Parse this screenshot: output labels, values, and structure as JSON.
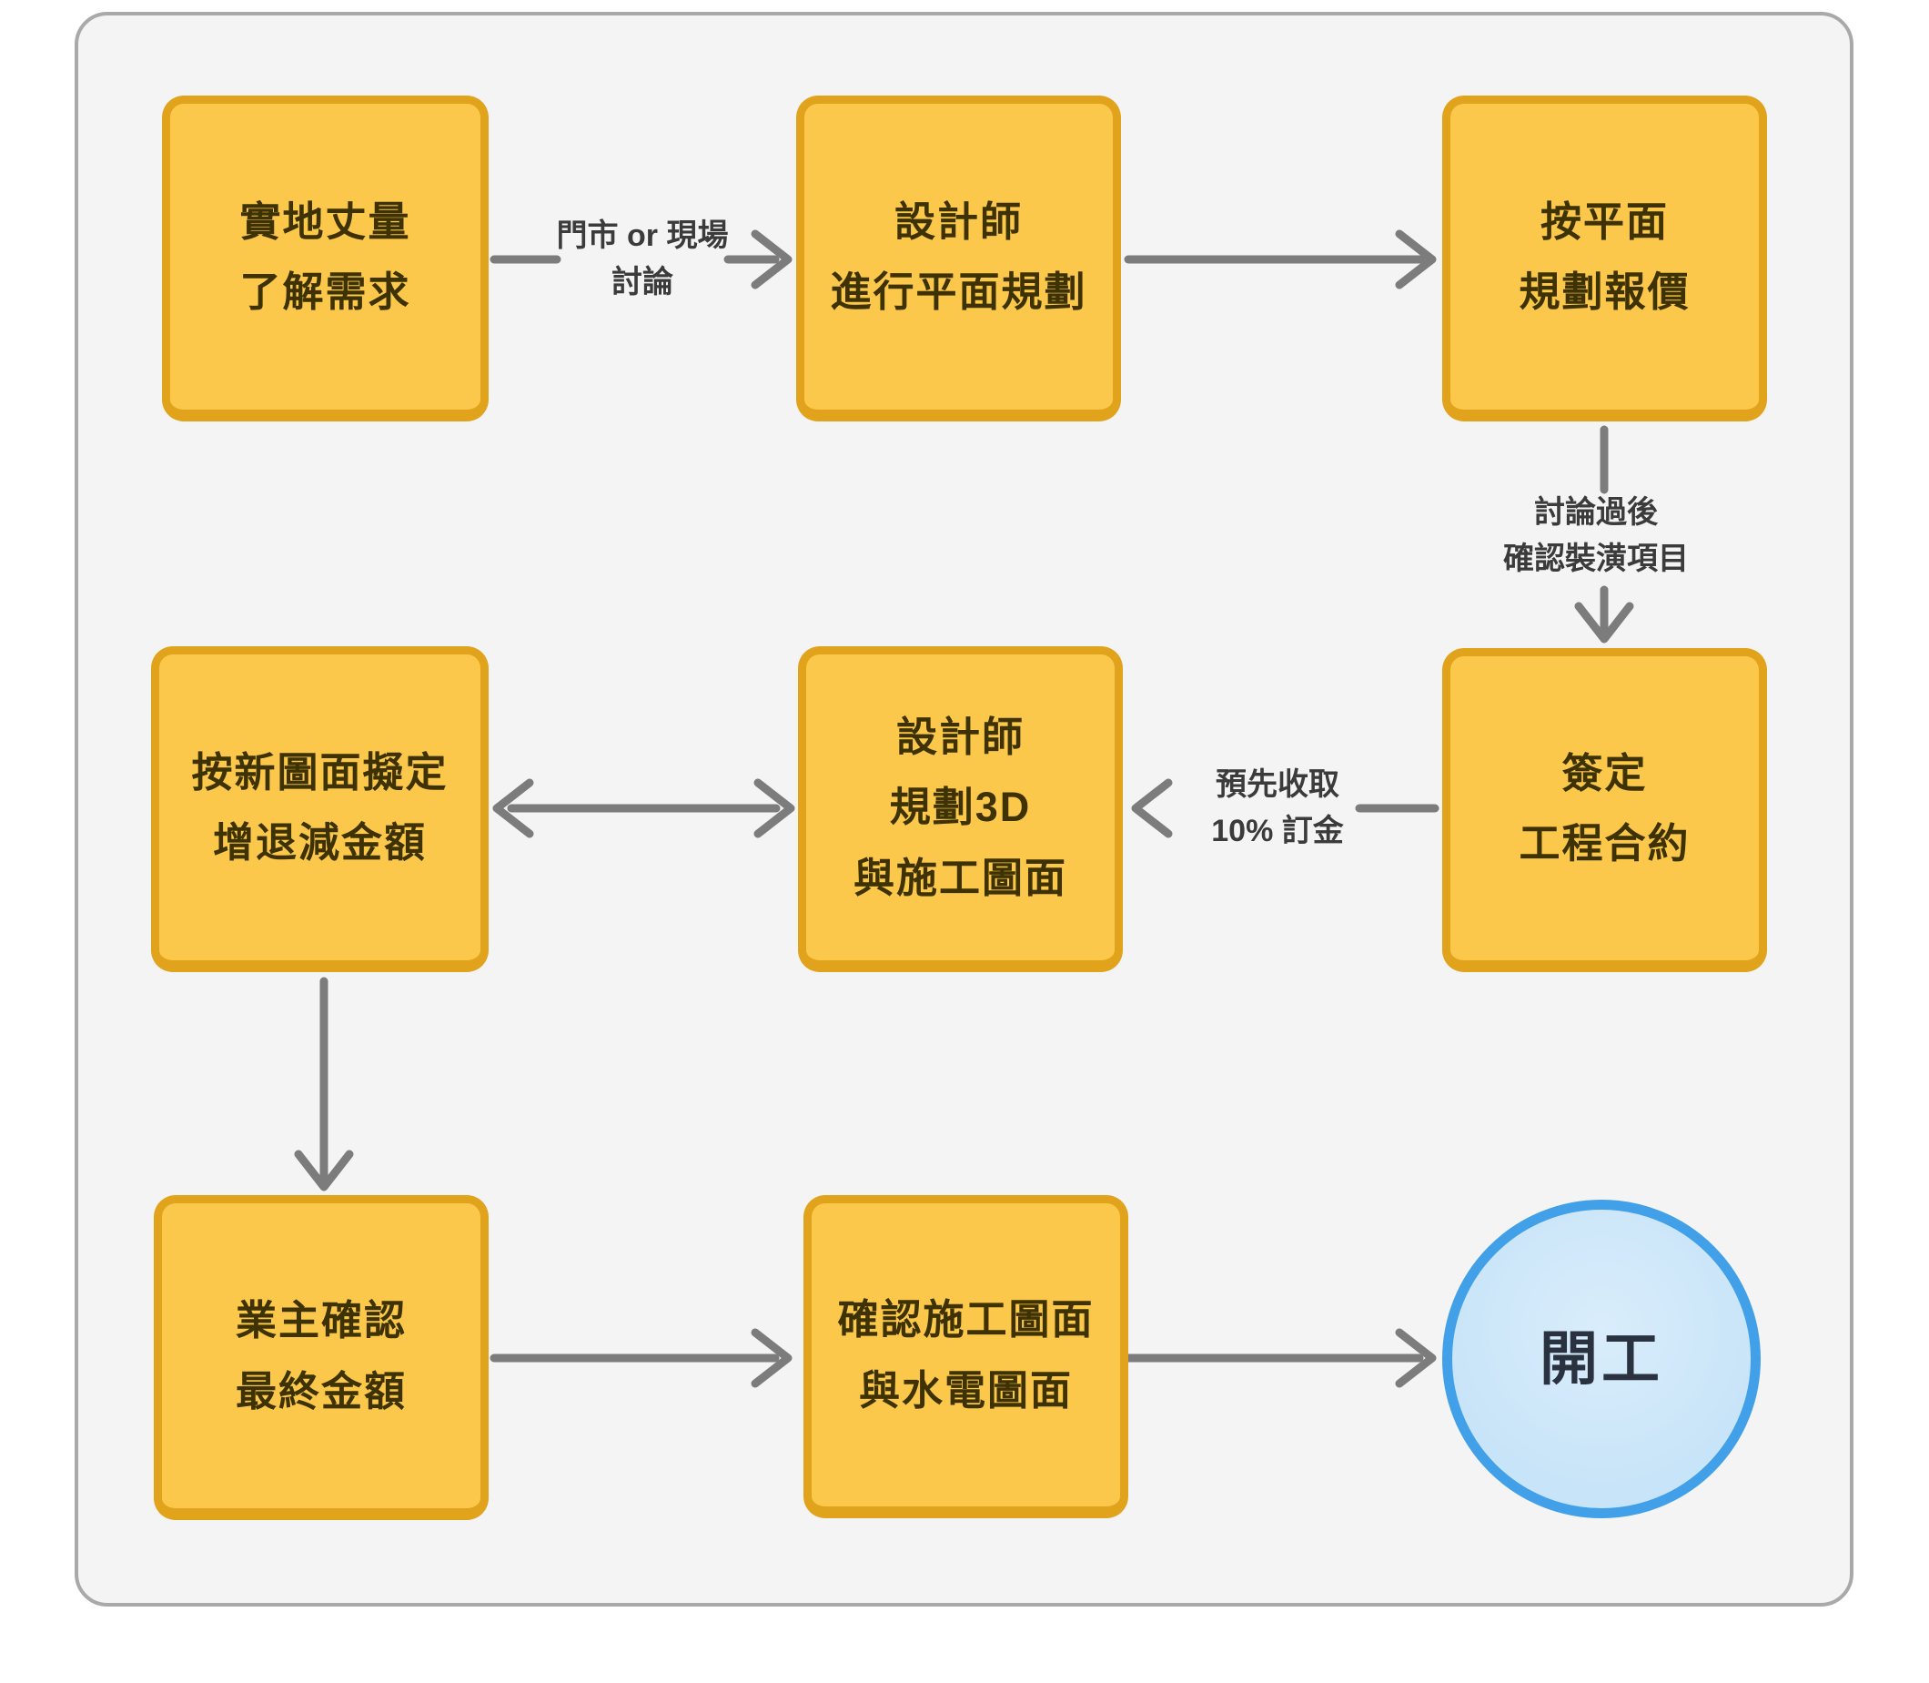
{
  "colors": {
    "page_bg": "#ffffff",
    "panel_bg": "#f4f4f5",
    "panel_border": "#a9a9a9",
    "box_fill": "#fbc84b",
    "box_border": "#e2a31c",
    "box_text": "#3e3203",
    "arrow": "#7c7c7c",
    "edge_label_text": "#3b3b3b",
    "circle_fill": "#c8e4f8",
    "circle_border": "#41a0e8",
    "circle_text": "#2a3240"
  },
  "nodes": [
    {
      "id": "measure",
      "lines": [
        "實地丈量",
        "了解需求"
      ]
    },
    {
      "id": "designer-plan",
      "lines": [
        "設計師",
        "進行平面規劃"
      ]
    },
    {
      "id": "quote",
      "lines": [
        "按平面",
        "規劃報價"
      ]
    },
    {
      "id": "contract",
      "lines": [
        "簽定",
        "工程合約"
      ]
    },
    {
      "id": "design-3d",
      "lines": [
        "設計師",
        "規劃3D",
        "與施工圖面"
      ]
    },
    {
      "id": "adjust-amount",
      "lines": [
        "按新圖面擬定",
        "增退減金額"
      ]
    },
    {
      "id": "owner-confirm",
      "lines": [
        "業主確認",
        "最終金額"
      ]
    },
    {
      "id": "confirm-drawings",
      "lines": [
        "確認施工圖面",
        "與水電圖面"
      ]
    },
    {
      "id": "start-work",
      "lines": [
        "開工"
      ]
    }
  ],
  "edge_labels": [
    {
      "id": "store-or-site",
      "lines": [
        "門市 or 現場",
        "討論"
      ]
    },
    {
      "id": "after-discussion",
      "lines": [
        "討論過後",
        "確認裝潢項目"
      ]
    },
    {
      "id": "deposit",
      "lines": [
        "預先收取",
        "10% 訂金"
      ]
    }
  ]
}
